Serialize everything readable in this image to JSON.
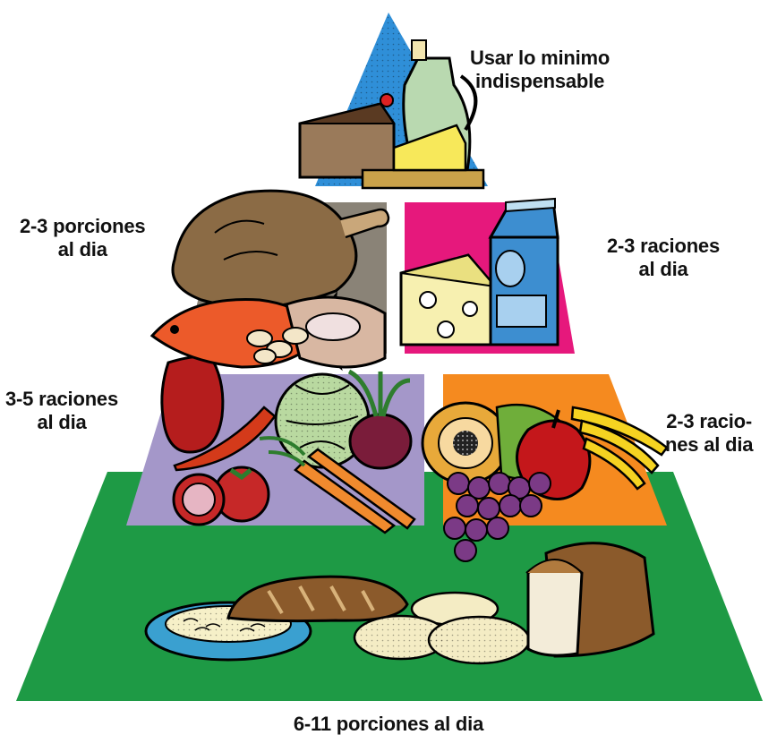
{
  "pyramid": {
    "top": {
      "label_lines": [
        "Usar lo minimo",
        "indispensable"
      ],
      "color": "#2f8fd8",
      "foods": [
        "cake-slice",
        "butter",
        "oil-jug"
      ]
    },
    "protein": {
      "label_lines": [
        "2-3 porciones",
        "al dia"
      ],
      "color": "#8a8377",
      "foods": [
        "roast-chicken",
        "fish",
        "meat-steak",
        "beans"
      ]
    },
    "dairy": {
      "label_lines": [
        "2-3 raciones",
        "al dia"
      ],
      "color": "#e6187c",
      "foods": [
        "cheese-wedge",
        "milk-carton"
      ]
    },
    "vegetables": {
      "label_lines": [
        "3-5 raciones",
        "al dia"
      ],
      "color": "#a497c9",
      "foods": [
        "bell-pepper",
        "cabbage",
        "beet",
        "tomato",
        "carrots",
        "chili-pepper"
      ]
    },
    "fruits": {
      "label_lines": [
        "2-3 racio-",
        "nes al dia"
      ],
      "color": "#f58a1f",
      "foods": [
        "papaya",
        "apple",
        "bananas",
        "grapes"
      ]
    },
    "grains": {
      "label_lines": [
        "6-11 porciones al dia"
      ],
      "color": "#1e9a45",
      "foods": [
        "bread-loaf",
        "pasta-bowl",
        "baguette",
        "tortillas"
      ]
    }
  }
}
